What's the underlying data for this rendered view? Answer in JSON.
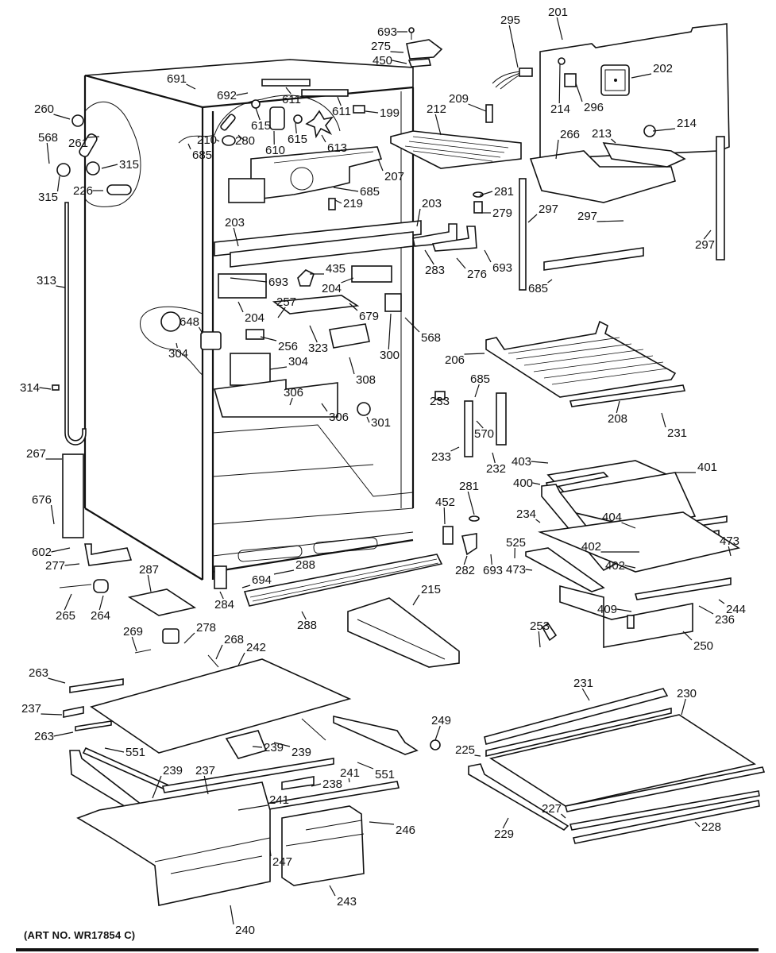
{
  "diagram": {
    "title": "Refrigerator cabinet and fresh food parts exploded view",
    "art_number": "(ART NO. WR17854 C)",
    "callouts": [
      {
        "id": "c693a",
        "text": "693"
      },
      {
        "id": "c275",
        "text": "275"
      },
      {
        "id": "c450",
        "text": "450"
      },
      {
        "id": "c201",
        "text": "201"
      },
      {
        "id": "c295",
        "text": "295"
      },
      {
        "id": "c202",
        "text": "202"
      },
      {
        "id": "c691",
        "text": "691"
      },
      {
        "id": "c692",
        "text": "692"
      },
      {
        "id": "c611a",
        "text": "611"
      },
      {
        "id": "c611b",
        "text": "611"
      },
      {
        "id": "c199",
        "text": "199"
      },
      {
        "id": "c260",
        "text": "260"
      },
      {
        "id": "c615a",
        "text": "615"
      },
      {
        "id": "c615b",
        "text": "615"
      },
      {
        "id": "c210",
        "text": "210"
      },
      {
        "id": "c280",
        "text": "280"
      },
      {
        "id": "c610",
        "text": "610"
      },
      {
        "id": "c613",
        "text": "613"
      },
      {
        "id": "c261",
        "text": "261"
      },
      {
        "id": "c568a",
        "text": "568"
      },
      {
        "id": "c685a",
        "text": "685"
      },
      {
        "id": "c315a",
        "text": "315"
      },
      {
        "id": "c315b",
        "text": "315"
      },
      {
        "id": "c226",
        "text": "226"
      },
      {
        "id": "c207",
        "text": "207"
      },
      {
        "id": "c685b",
        "text": "685"
      },
      {
        "id": "c209",
        "text": "209"
      },
      {
        "id": "c212",
        "text": "212"
      },
      {
        "id": "c214a",
        "text": "214"
      },
      {
        "id": "c296",
        "text": "296"
      },
      {
        "id": "c214b",
        "text": "214"
      },
      {
        "id": "c266",
        "text": "266"
      },
      {
        "id": "c213",
        "text": "213"
      },
      {
        "id": "c219",
        "text": "219"
      },
      {
        "id": "c203a",
        "text": "203"
      },
      {
        "id": "c203b",
        "text": "203"
      },
      {
        "id": "c281a",
        "text": "281"
      },
      {
        "id": "c279",
        "text": "279"
      },
      {
        "id": "c297a",
        "text": "297"
      },
      {
        "id": "c297b",
        "text": "297"
      },
      {
        "id": "c297c",
        "text": "297"
      },
      {
        "id": "c313",
        "text": "313"
      },
      {
        "id": "c283",
        "text": "283"
      },
      {
        "id": "c276",
        "text": "276"
      },
      {
        "id": "c693b",
        "text": "693"
      },
      {
        "id": "c685c",
        "text": "685"
      },
      {
        "id": "c693c",
        "text": "693"
      },
      {
        "id": "c435",
        "text": "435"
      },
      {
        "id": "c204a",
        "text": "204"
      },
      {
        "id": "c204b",
        "text": "204"
      },
      {
        "id": "c257",
        "text": "257"
      },
      {
        "id": "c679",
        "text": "679"
      },
      {
        "id": "c648",
        "text": "648"
      },
      {
        "id": "c304a",
        "text": "304"
      },
      {
        "id": "c256",
        "text": "256"
      },
      {
        "id": "c323",
        "text": "323"
      },
      {
        "id": "c304b",
        "text": "304"
      },
      {
        "id": "c568b",
        "text": "568"
      },
      {
        "id": "c300",
        "text": "300"
      },
      {
        "id": "c308",
        "text": "308"
      },
      {
        "id": "c206",
        "text": "206"
      },
      {
        "id": "c314",
        "text": "314"
      },
      {
        "id": "c306a",
        "text": "306"
      },
      {
        "id": "c306b",
        "text": "306"
      },
      {
        "id": "c301",
        "text": "301"
      },
      {
        "id": "c685d",
        "text": "685"
      },
      {
        "id": "c233a",
        "text": "233"
      },
      {
        "id": "c570",
        "text": "570"
      },
      {
        "id": "c208",
        "text": "208"
      },
      {
        "id": "c231a",
        "text": "231"
      },
      {
        "id": "c233b",
        "text": "233"
      },
      {
        "id": "c232",
        "text": "232"
      },
      {
        "id": "c267",
        "text": "267"
      },
      {
        "id": "c403",
        "text": "403"
      },
      {
        "id": "c401",
        "text": "401"
      },
      {
        "id": "c400",
        "text": "400"
      },
      {
        "id": "c676",
        "text": "676"
      },
      {
        "id": "c452",
        "text": "452"
      },
      {
        "id": "c281b",
        "text": "281"
      },
      {
        "id": "c234",
        "text": "234"
      },
      {
        "id": "c404",
        "text": "404"
      },
      {
        "id": "c525",
        "text": "525"
      },
      {
        "id": "c473a",
        "text": "473"
      },
      {
        "id": "c602",
        "text": "602"
      },
      {
        "id": "c402a",
        "text": "402"
      },
      {
        "id": "c277",
        "text": "277"
      },
      {
        "id": "c287",
        "text": "287"
      },
      {
        "id": "c288a",
        "text": "288"
      },
      {
        "id": "c694",
        "text": "694"
      },
      {
        "id": "c282",
        "text": "282"
      },
      {
        "id": "c693d",
        "text": "693"
      },
      {
        "id": "c473b",
        "text": "473"
      },
      {
        "id": "c402b",
        "text": "402"
      },
      {
        "id": "c265",
        "text": "265"
      },
      {
        "id": "c264",
        "text": "264"
      },
      {
        "id": "c284",
        "text": "284"
      },
      {
        "id": "c288b",
        "text": "288"
      },
      {
        "id": "c215",
        "text": "215"
      },
      {
        "id": "c409",
        "text": "409"
      },
      {
        "id": "c244",
        "text": "244"
      },
      {
        "id": "c236",
        "text": "236"
      },
      {
        "id": "c278",
        "text": "278"
      },
      {
        "id": "c269",
        "text": "269"
      },
      {
        "id": "c268",
        "text": "268"
      },
      {
        "id": "c242",
        "text": "242"
      },
      {
        "id": "c250",
        "text": "250"
      },
      {
        "id": "c253",
        "text": "253"
      },
      {
        "id": "c263a",
        "text": "263"
      },
      {
        "id": "c231b",
        "text": "231"
      },
      {
        "id": "c230",
        "text": "230"
      },
      {
        "id": "c237a",
        "text": "237"
      },
      {
        "id": "c249",
        "text": "249"
      },
      {
        "id": "c263b",
        "text": "263"
      },
      {
        "id": "c239a",
        "text": "239"
      },
      {
        "id": "c239b",
        "text": "239"
      },
      {
        "id": "c225",
        "text": "225"
      },
      {
        "id": "c551a",
        "text": "551"
      },
      {
        "id": "c239c",
        "text": "239"
      },
      {
        "id": "c241a",
        "text": "241"
      },
      {
        "id": "c551b",
        "text": "551"
      },
      {
        "id": "c237b",
        "text": "237"
      },
      {
        "id": "c238",
        "text": "238"
      },
      {
        "id": "c241b",
        "text": "241"
      },
      {
        "id": "c227",
        "text": "227"
      },
      {
        "id": "c228",
        "text": "228"
      },
      {
        "id": "c229",
        "text": "229"
      },
      {
        "id": "c246",
        "text": "246"
      },
      {
        "id": "c247",
        "text": "247"
      },
      {
        "id": "c243",
        "text": "243"
      },
      {
        "id": "c240",
        "text": "240"
      }
    ]
  }
}
